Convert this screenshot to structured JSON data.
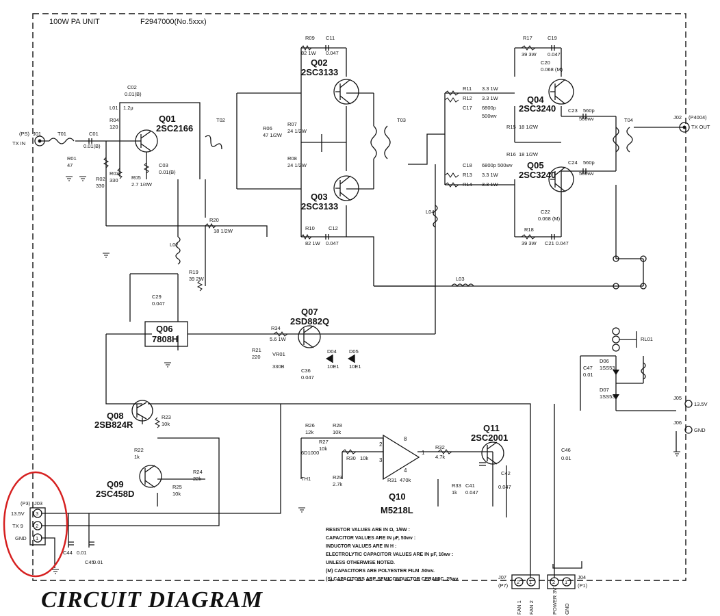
{
  "title": "100W PA UNIT",
  "model": "F2947000(No.5xxx)",
  "caption": "CIRCUIT DIAGRAM",
  "highlight_color": "#d62020",
  "transistors": [
    {
      "ref": "Q01",
      "part": "2SC2166"
    },
    {
      "ref": "Q02",
      "part": "2SC3133"
    },
    {
      "ref": "Q03",
      "part": "2SC3133"
    },
    {
      "ref": "Q04",
      "part": "2SC3240"
    },
    {
      "ref": "Q05",
      "part": "2SC3240"
    },
    {
      "ref": "Q06",
      "part": "7808H"
    },
    {
      "ref": "Q07",
      "part": "2SD882Q"
    },
    {
      "ref": "Q08",
      "part": "2SB824R"
    },
    {
      "ref": "Q09",
      "part": "2SC458D"
    },
    {
      "ref": "Q10",
      "part": "M5218L"
    },
    {
      "ref": "Q11",
      "part": "2SC2001"
    }
  ],
  "transformers": [
    "T01",
    "T02",
    "T03",
    "T04"
  ],
  "parts": {
    "R01": "R01",
    "R01v": "47",
    "R02": "R02",
    "R02v": "330",
    "R03": "R03",
    "R03v": "330",
    "R04": "R04",
    "R04v": "120",
    "R05": "R05",
    "R05v": "2.7 1/4W",
    "R06": "R06",
    "R06v": "47 1/2W",
    "R07": "R07",
    "R07v": "24 1/2W",
    "R08": "R08",
    "R08v": "24 1/2W",
    "R09": "R09",
    "R09v": "82 1W",
    "R10": "R10",
    "R10v": "82 1W",
    "R11": "R11",
    "R11v": "3.3 1W",
    "R12": "R12",
    "R12v": "3.3 1W",
    "R13": "R13",
    "R13v": "3.3 1W",
    "R14": "R14",
    "R14v": "3.3 1W",
    "R15": "R15",
    "R15v": "18 1/2W",
    "R16": "R16",
    "R16v": "18 1/2W",
    "R17": "R17",
    "R17v": "39 3W",
    "R18": "R18",
    "R18v": "39 3W",
    "R19": "R19",
    "R19v": "39 2W",
    "R20": "R20",
    "R20v": "18 1/2W",
    "R21": "R21",
    "R21v": "220",
    "R22": "R22",
    "R22v": "1k",
    "R23": "R23",
    "R23v": "10k",
    "R24": "R24",
    "R24v": "22k",
    "R25": "R25",
    "R25v": "10k",
    "R26": "R26",
    "R26v": "12k",
    "R27": "R27",
    "R27v": "10k",
    "R28": "R28",
    "R28v": "10k",
    "R29": "R29",
    "R29v": "2.7k",
    "R30": "R30",
    "R30v": "10k",
    "R31": "R31",
    "R31v": "470k",
    "R32": "R32",
    "R32v": "4.7k",
    "R33": "R33",
    "R33v": "1k",
    "R34": "R34",
    "R34v": "5.6 1W",
    "VR01": "VR01",
    "VR01v": "330B",
    "C01": "C01",
    "C01v": "0.01(B)",
    "C02": "C02",
    "C02v": "0.01(B)",
    "C03": "C03",
    "C03v": "0.01(B)",
    "C11": "C11",
    "C11v": "0.047",
    "C12": "C12",
    "C12v": "0.047",
    "C17": "C17",
    "C17v": "6800p",
    "C17r": "500wv",
    "C18": "C18",
    "C18v": "6800p 500wv",
    "C19": "C19",
    "C19v": "0.047",
    "C20": "C20",
    "C20v": "0.068 (M)",
    "C21": "C21",
    "C21v": "0.047",
    "C22": "C22",
    "C22v": "0.068 (M)",
    "C23": "C23",
    "C23v": "560p",
    "C23r": "500wv",
    "C24": "C24",
    "C24v": "560p",
    "C24r": "500wv",
    "C29": "C29",
    "C29v": "0.047",
    "C36": "C36",
    "C36v": "0.047",
    "C41": "C41",
    "C41v": "0.047",
    "C42": "C42",
    "C42v": "0.047",
    "C44": "C44",
    "C44v": "0.01",
    "C45": "C45",
    "C45v": "0.01",
    "C46": "C46",
    "C46v": "0.01",
    "C47": "C47",
    "C47v": "0.01",
    "L01": "L01",
    "L01v": "1.2μ",
    "L02": "L02",
    "L03": "L03",
    "L04": "L04",
    "D04": "D04",
    "D04v": "10E1",
    "D05": "D05",
    "D05v": "10E1",
    "D06": "D06",
    "D06v": "1SS53",
    "D07": "D07",
    "D07v": "1SS53",
    "RL01": "RL01",
    "TH1": "TH1",
    "TH1v": "6D1000"
  },
  "connectors": {
    "ps": "(PS)",
    "j01": "J01",
    "tx_in": "TX IN",
    "j02": "J02",
    "p4004": "(P4004)",
    "tx_out": "TX OUT",
    "j05": "J05",
    "j05_label": "13.5V",
    "j06": "J06",
    "j06_label": "GND",
    "j03": "J03",
    "p3": "(P3)",
    "j03_pins": [
      {
        "num": "3",
        "label": "13.5V"
      },
      {
        "num": "2",
        "label": "TX 9"
      },
      {
        "num": "1",
        "label": "GND"
      }
    ],
    "j07": "J07",
    "p7": "(P7)",
    "j07_pins": [
      {
        "num": "2",
        "label": "FAN 1"
      },
      {
        "num": "1",
        "label": "FAN 2"
      }
    ],
    "j04": "J04",
    "p1": "(P1)",
    "j04_pins": [
      {
        "num": "2",
        "label": "POWER 3V"
      },
      {
        "num": "1",
        "label": "GND"
      }
    ]
  },
  "notes": [
    "RESISTOR VALUES ARE IN Ω, 1/6W :",
    "CAPACITOR VALUES ARE IN μF, 50wv :",
    "INDUCTOR VALUES ARE IN H :",
    "ELECTROLYTIC CAPACITOR VALUES ARE IN μF, 16wv :",
    "UNLESS OTHERWISE NOTED.",
    "(M) CAPACITORS ARE POLYESTER FILM .50wv.",
    "(S) CAPACITORS ARE SEMICONDUCTOR CERAMIC .25wv."
  ]
}
